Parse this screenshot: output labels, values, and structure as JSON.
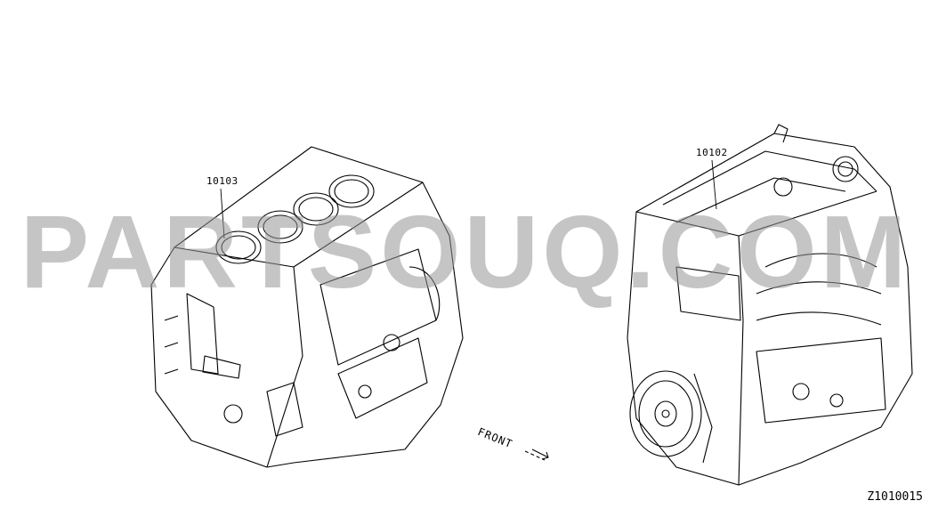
{
  "diagram": {
    "parts": [
      {
        "id": "short-block",
        "label": "10103"
      },
      {
        "id": "long-block",
        "label": "10102"
      }
    ],
    "front_label": "FRONT",
    "diagram_code": "Z1010015",
    "watermark": "PARTSOUQ.COM",
    "colors": {
      "line": "#000000",
      "background": "#ffffff",
      "watermark": "#969696"
    }
  }
}
